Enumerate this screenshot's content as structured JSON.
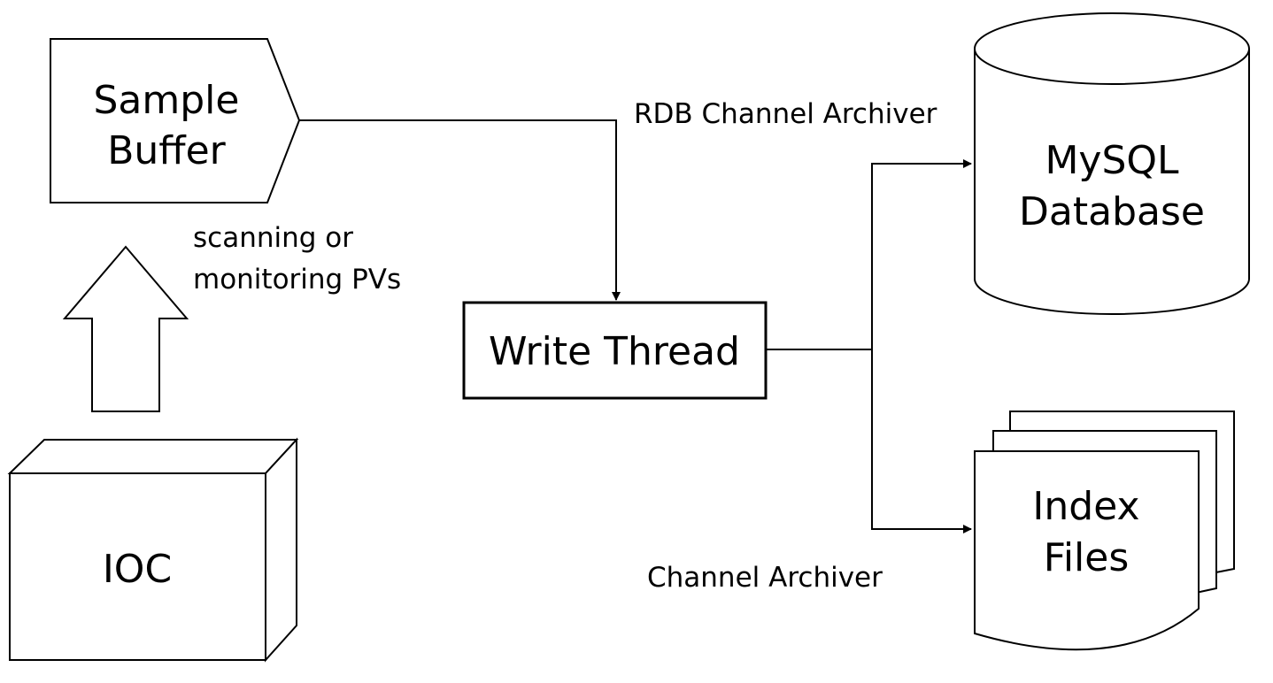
{
  "nodes": {
    "sample_buffer": {
      "line1": "Sample",
      "line2": "Buffer"
    },
    "write_thread": {
      "label": "Write Thread"
    },
    "mysql_database": {
      "line1": "MySQL",
      "line2": "Database"
    },
    "index_files": {
      "line1": "Index",
      "line2": "Files"
    },
    "ioc": {
      "label": "IOC"
    }
  },
  "edge_labels": {
    "scanning_line1": "scanning or",
    "scanning_line2": "monitoring PVs",
    "rdb_channel_archiver": "RDB Channel Archiver",
    "channel_archiver": "Channel Archiver"
  }
}
